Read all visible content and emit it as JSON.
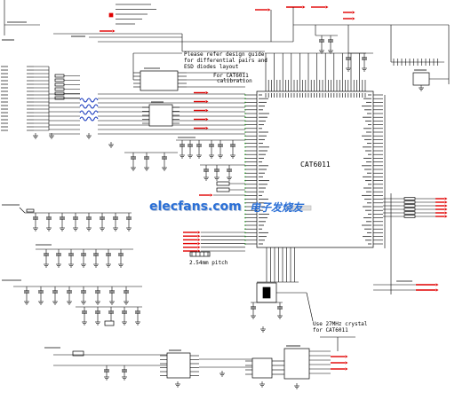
{
  "diagram": {
    "chip_label": "CAT6011",
    "notes": {
      "design_guide": [
        "Please refer design guide",
        "for differential pairs and",
        "ESD diodes layout"
      ],
      "calibration": [
        "For CAT6011",
        "calibration"
      ],
      "pitch": "2.54mm pitch",
      "crystal": [
        "Use 27MHz crystal",
        "for CAT6011"
      ]
    }
  },
  "watermark": {
    "site": "elecfans.com",
    "cn": "电子发烧友"
  },
  "colors": {
    "wire": "#000000",
    "net_label": "#e00000",
    "esd": "#1f3fbf",
    "pin": "#1a8a1a",
    "label_mark": "#444444",
    "watermark": "#2a6fd6",
    "watermark_shadow": "#b8c4d8"
  }
}
